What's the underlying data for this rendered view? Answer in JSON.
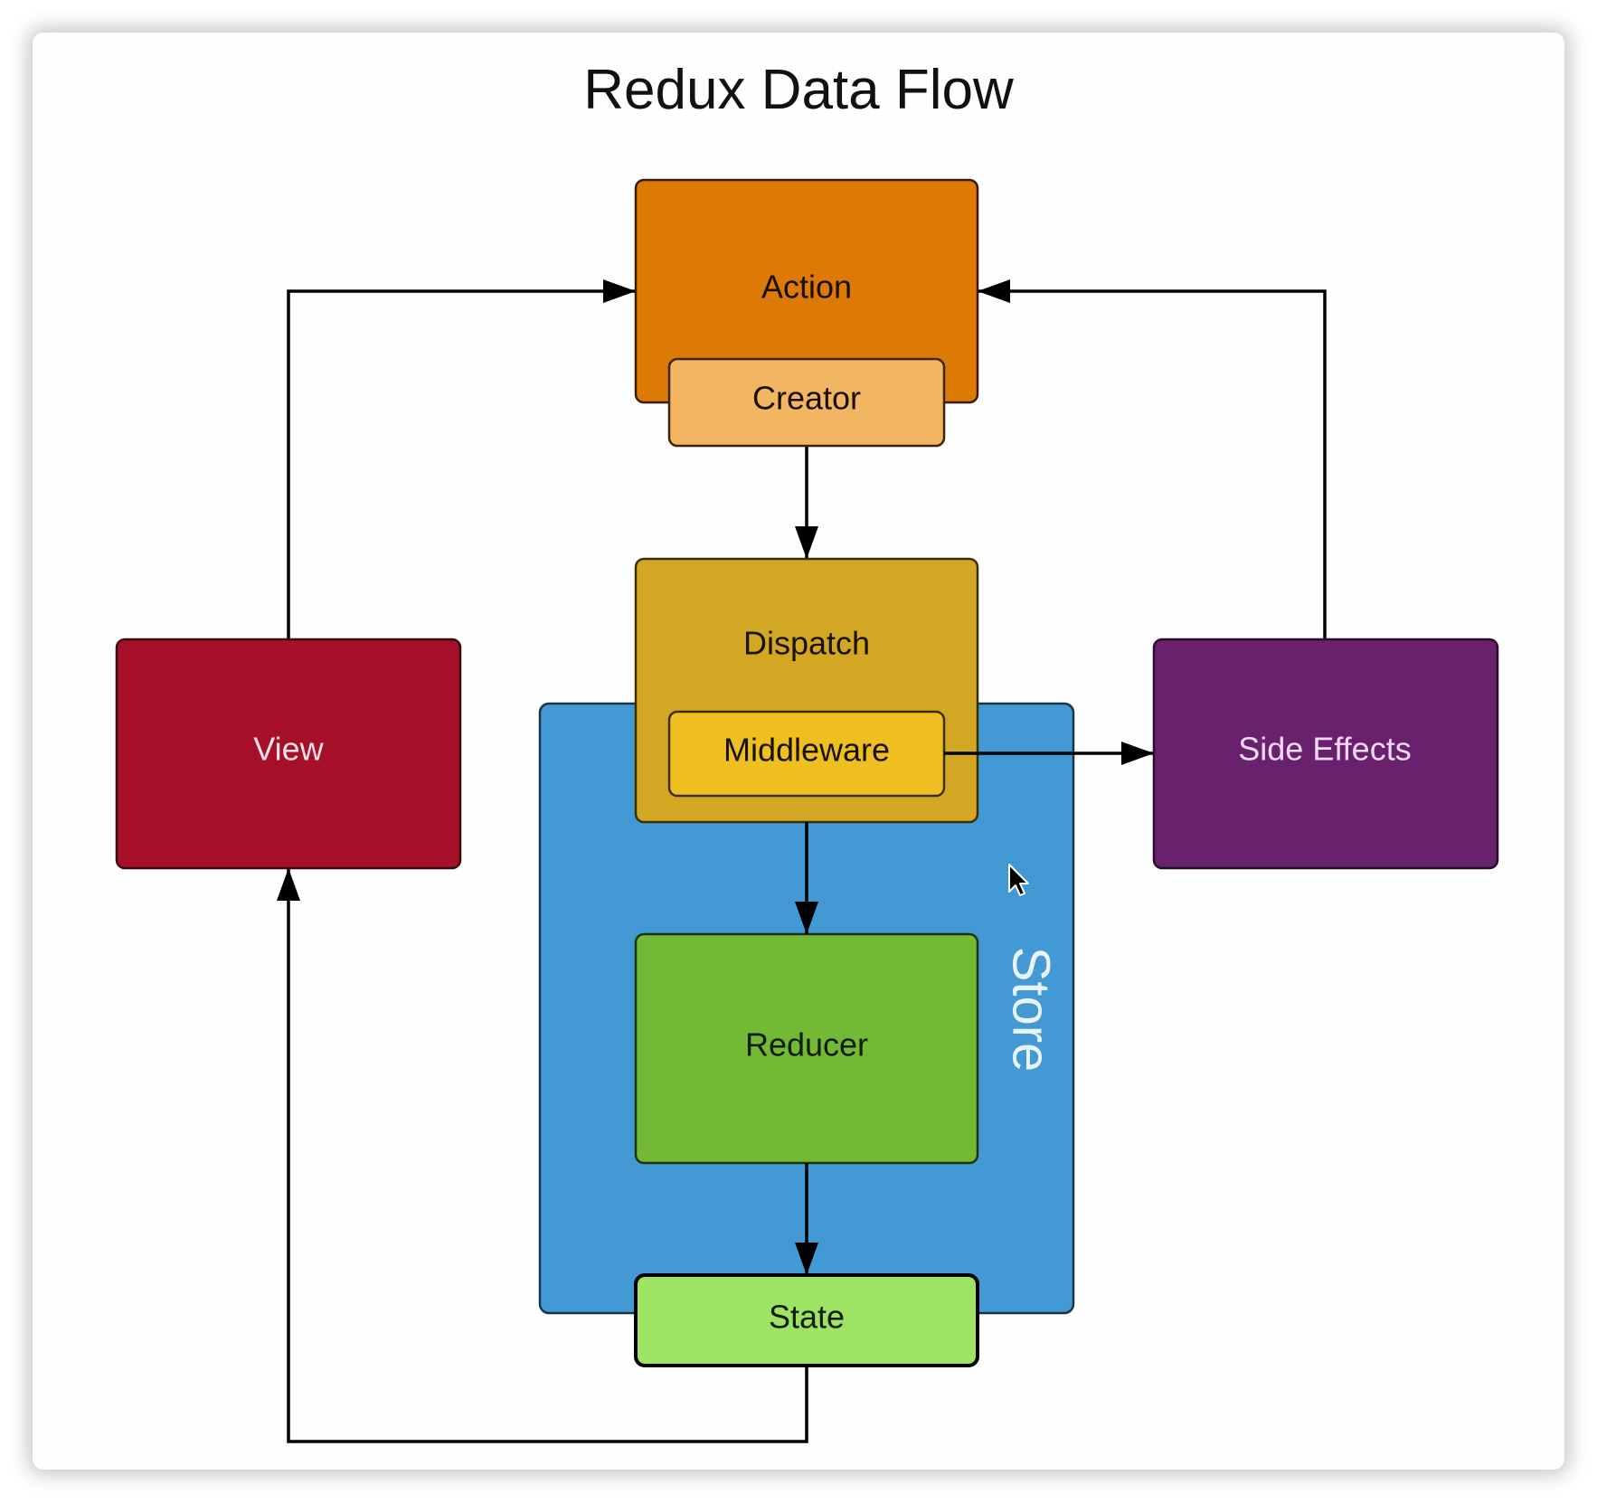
{
  "title": "Redux Data Flow",
  "nodes": {
    "action": {
      "label": "Action",
      "fill": "#dc7a05",
      "text_color": "#1a0e00"
    },
    "creator": {
      "label": "Creator",
      "fill": "#f2b662",
      "text_color": "#1a0e00"
    },
    "dispatch": {
      "label": "Dispatch",
      "fill": "#d2a723",
      "text_color": "#1a1200"
    },
    "middleware": {
      "label": "Middleware",
      "fill": "#efbf22",
      "text_color": "#1a1200"
    },
    "store": {
      "label": "Store",
      "fill": "#4299d4",
      "text_color": "#e8f3fc"
    },
    "reducer": {
      "label": "Reducer",
      "fill": "#74b936",
      "text_color": "#0f1d05"
    },
    "state": {
      "label": "State",
      "fill": "#9fe364",
      "text_color": "#0f1d05"
    },
    "view": {
      "label": "View",
      "fill": "#a50f27",
      "text_color": "#fbe1e8"
    },
    "side_effects": {
      "label": "Side Effects",
      "fill": "#69216e",
      "text_color": "#f3d9f6"
    }
  },
  "edges": [
    {
      "from": "view",
      "to": "action"
    },
    {
      "from": "side_effects",
      "to": "action"
    },
    {
      "from": "creator",
      "to": "dispatch"
    },
    {
      "from": "middleware",
      "to": "side_effects"
    },
    {
      "from": "dispatch",
      "to": "reducer"
    },
    {
      "from": "reducer",
      "to": "state"
    },
    {
      "from": "state",
      "to": "view"
    }
  ]
}
